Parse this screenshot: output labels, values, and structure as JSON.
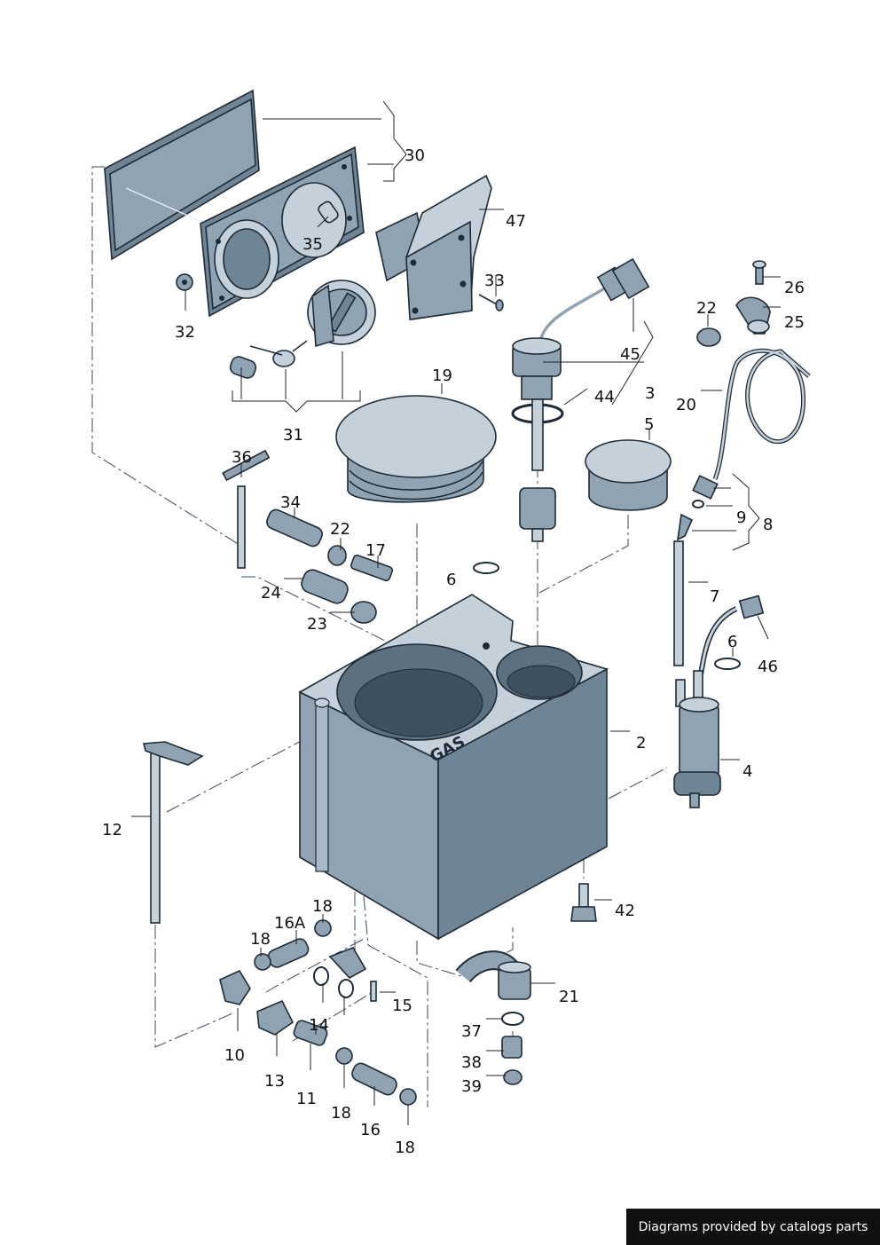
{
  "tank_marking": "GAS",
  "credit": "Diagrams provided by catalogs parts",
  "labels": [
    "30",
    "47",
    "35",
    "33",
    "32",
    "45",
    "26",
    "22",
    "25",
    "3",
    "44",
    "19",
    "31",
    "20",
    "5",
    "36",
    "34",
    "9",
    "8",
    "22",
    "17",
    "6",
    "7",
    "24",
    "23",
    "6",
    "46",
    "2",
    "4",
    "12",
    "42",
    "18",
    "16A",
    "18",
    "21",
    "15",
    "14",
    "37",
    "10",
    "13",
    "38",
    "11",
    "39",
    "18",
    "16",
    "18"
  ]
}
